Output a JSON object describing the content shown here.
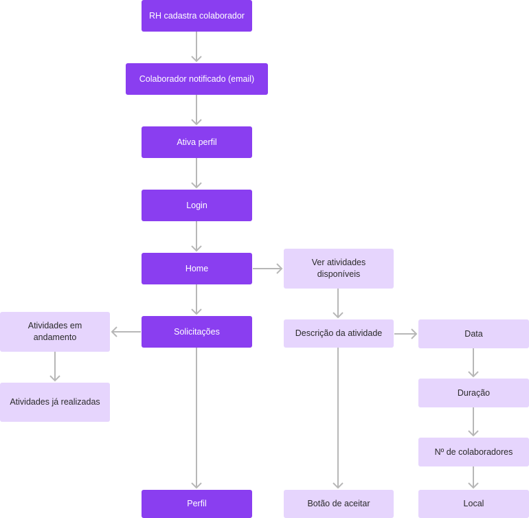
{
  "nodes": {
    "rh_cadastra": "RH cadastra colaborador",
    "colaborador_notificado": "Colaborador notificado (email)",
    "ativa_perfil": "Ativa perfil",
    "login": "Login",
    "home": "Home",
    "solicitacoes": "Solicitações",
    "perfil": "Perfil",
    "ver_atividades": "Ver atividades disponíveis",
    "descricao_atividade": "Descrição da atividade",
    "botao_aceitar": "Botão de aceitar",
    "data": "Data",
    "duracao": "Duração",
    "n_colaboradores": "Nº de colaboradores",
    "local": "Local",
    "atividades_andamento": "Atividades em andamento",
    "atividades_realizadas": "Atividades já realizadas"
  },
  "colors": {
    "primary": "#8a3ef0",
    "secondary": "#e6d5fd",
    "connector": "#b7b7b7"
  }
}
